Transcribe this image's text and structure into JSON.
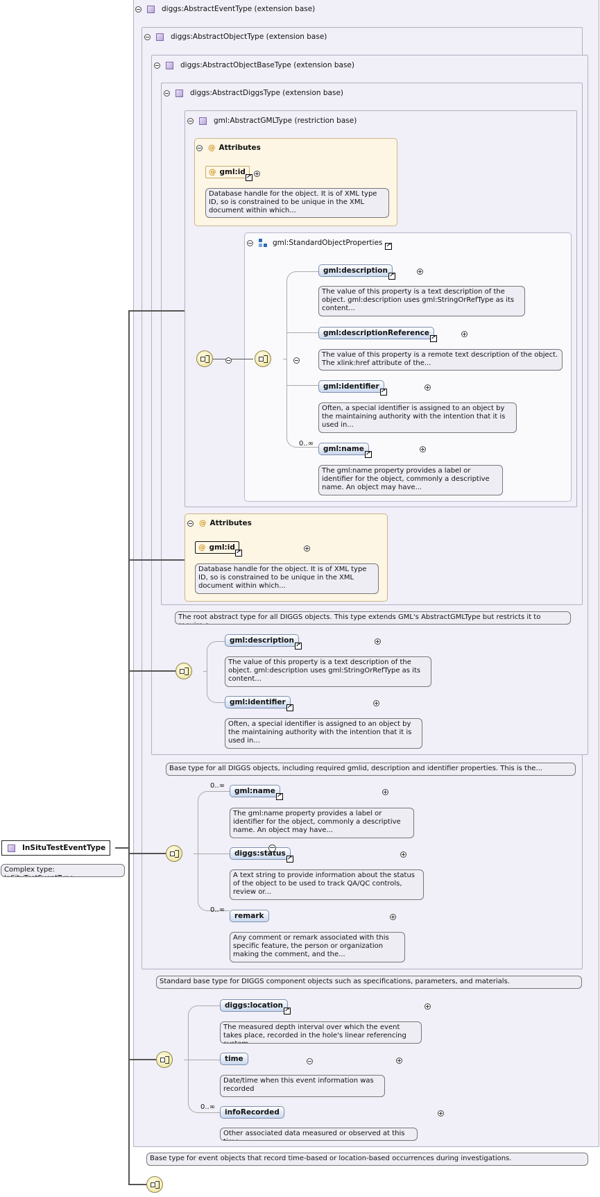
{
  "types": {
    "event": "diggs:AbstractEventType (extension base)",
    "object": "diggs:AbstractObjectType (extension base)",
    "objectBase": "diggs:AbstractObjectBaseType (extension base)",
    "diggs": "diggs:AbstractDiggsType (extension base)",
    "gml": "gml:AbstractGMLType (restriction base)"
  },
  "attributes_label": "Attributes",
  "gml_id": "gml:id",
  "gml_id_doc": "Database handle for the object. It is of XML type ID, so is constrained to be unique in the XML document within which...",
  "group_name": "gml:StandardObjectProperties",
  "std_props": [
    {
      "name": "gml:description",
      "doc": "The value of this property is a text description of the object. gml:description uses gml:StringOrRefType as its content..."
    },
    {
      "name": "gml:descriptionReference",
      "doc": "The value of this property is a remote text description of the object. The xlink:href attribute of the..."
    },
    {
      "name": "gml:identifier",
      "doc": "Often, a special identifier is assigned to an object by the maintaining authority with the intention that it is used in..."
    },
    {
      "name": "gml:name",
      "doc": "The gml:name property provides a label or identifier for the object, commonly a descriptive name. An object may have..."
    }
  ],
  "occurrence": "0..∞",
  "diggs_type_doc": "The root abstract type for all DIGGS objects. This type extends GML's AbstractGMLType but restricts it to require a...",
  "object_base_props": [
    {
      "name": "gml:description",
      "doc": "The value of this property is a text description of the object. gml:description uses gml:StringOrRefType as its content..."
    },
    {
      "name": "gml:identifier",
      "doc": "Often, a special identifier is assigned to an object by the maintaining authority with the intention that it is used in..."
    }
  ],
  "object_base_doc": "Base type for all DIGGS objects, including required gmlid, description and identifier properties. This is the...",
  "object_props": [
    {
      "name": "gml:name",
      "doc": "The gml:name property provides a label or identifier for the object, commonly a descriptive name. An object may have..."
    },
    {
      "name": "diggs:status",
      "doc": "A text string to provide information about the status of the object to be used to track QA/QC controls, review or..."
    },
    {
      "name": "remark",
      "doc": "Any comment or remark associated with this specific feature, the person or organization making the comment, and the..."
    }
  ],
  "object_doc": "Standard base type for DIGGS component objects such as specifications, parameters, and materials.",
  "event_props": [
    {
      "name": "diggs:location",
      "doc": "The measured depth interval over which the event takes place, recorded in the hole's linear referencing system."
    },
    {
      "name": "time",
      "doc": "Date/time when this event information was recorded"
    },
    {
      "name": "infoRecorded",
      "doc": "Other associated data measured or observed at this time"
    }
  ],
  "event_doc": "Base type for event objects that record time-based or location-based occurrences during investigations.",
  "root": {
    "name": "InSituTestEventType",
    "doc": "Complex type: InSituTestEventType"
  }
}
